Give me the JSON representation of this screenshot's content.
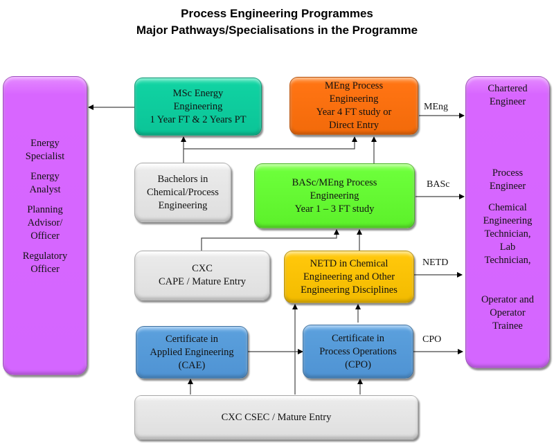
{
  "header": {
    "title": "Process Engineering Programmes",
    "subtitle": "Major Pathways/Specialisations in the Programme"
  },
  "colors": {
    "careers": "#d466ff",
    "msc": "#0bc497",
    "meng": "#f26a0a",
    "basc": "#5cf02a",
    "netd": "#f2bb00",
    "certificates": "#4f93d3",
    "entry": "#dedede"
  },
  "left_careers": {
    "items": [
      [
        "Energy",
        "Specialist"
      ],
      [
        "Energy",
        "Analyst"
      ],
      [
        "Planning",
        "Advisor/",
        "Officer"
      ],
      [
        "Regulatory",
        "Officer"
      ]
    ]
  },
  "right_careers": {
    "chartered": [
      "Chartered",
      "Engineer"
    ],
    "process": [
      "Process",
      "Engineer"
    ],
    "technician": [
      "Chemical",
      "Engineering",
      "Technician,",
      "Lab",
      "Technician,"
    ],
    "operator": [
      "Operator and",
      "Operator",
      "Trainee"
    ]
  },
  "nodes": {
    "msc": [
      "MSc Energy",
      "Engineering",
      "1 Year FT & 2 Years PT"
    ],
    "meng": [
      "MEng Process",
      "Engineering",
      "Year 4 FT study or",
      "Direct Entry"
    ],
    "bachelors": [
      "Bachelors in",
      "Chemical/Process",
      "Engineering"
    ],
    "basc": [
      "BASc/MEng Process",
      "Engineering",
      "Year 1 – 3 FT study"
    ],
    "cape": [
      "CXC",
      "CAPE / Mature Entry"
    ],
    "netd": [
      "NETD in Chemical",
      "Engineering and Other",
      "Engineering Disciplines"
    ],
    "cae": [
      "Certificate in",
      "Applied Engineering",
      "(CAE)"
    ],
    "cpo": [
      "Certificate in",
      "Process Operations",
      "(CPO)"
    ],
    "csec": [
      "CXC CSEC / Mature Entry"
    ]
  },
  "edge_labels": {
    "meng": "MEng",
    "basc": "BASc",
    "netd": "NETD",
    "cpo": "CPO"
  }
}
